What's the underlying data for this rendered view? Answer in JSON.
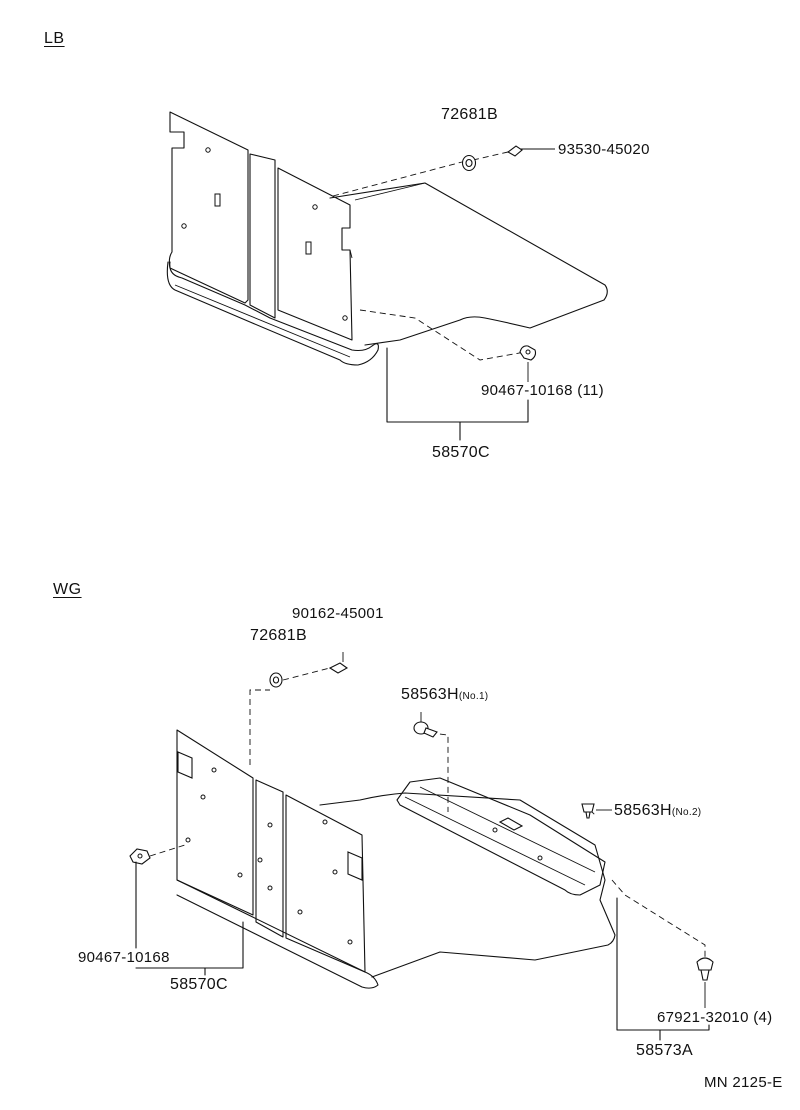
{
  "sections": {
    "lb": {
      "label": "LB",
      "parts": {
        "p72681b": "72681B",
        "p93530": "93530-45020",
        "p90467": "90467-10168",
        "p90467_qty": "(11)",
        "p58570c": "58570C"
      }
    },
    "wg": {
      "label": "WG",
      "parts": {
        "p90162": "90162-45001",
        "p72681b": "72681B",
        "p58563h_1": "58563H",
        "p58563h_1_note": "(No.1)",
        "p58563h_2": "58563H",
        "p58563h_2_note": "(No.2)",
        "p90467": "90467-10168",
        "p58570c": "58570C",
        "p67921": "67921-32010",
        "p67921_qty": "(4)",
        "p58573a": "58573A"
      }
    }
  },
  "footer": {
    "code": "MN 2125-E"
  }
}
